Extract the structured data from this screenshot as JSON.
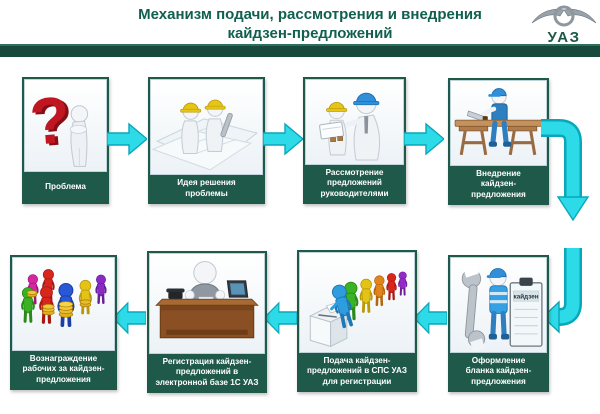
{
  "header": {
    "title_line1": "Механизм подачи, рассмотрения и внедрения",
    "title_line2": "кайдзен-предложений",
    "logo_text": "УАЗ"
  },
  "flow": {
    "clipboard_text": "кайдзен",
    "top_row": [
      {
        "id": "problem",
        "image": "red-question-mark-with-thinking-white-figure",
        "label": "Проблема",
        "label_lines": [
          "Проблема"
        ]
      },
      {
        "id": "idea",
        "image": "two-workers-in-yellow-helmets-on-blueprints",
        "label": "Идея решения проблемы",
        "label_lines": [
          "Идея решения",
          "проблемы"
        ]
      },
      {
        "id": "review",
        "image": "worker-showing-laptop-to-manager-in-blue-helmet",
        "label": "Рассмотрение предложений руководителями",
        "label_lines": [
          "Рассмотрение",
          "предложений",
          "руководителями"
        ]
      },
      {
        "id": "implement",
        "image": "worker-in-blue-overalls-sawing-plank-on-sawhorses",
        "label": "Внедрение кайдзен-предложения",
        "label_lines": [
          "Внедрение",
          "кайдзен-",
          "предложения"
        ]
      }
    ],
    "bottom_row": [
      {
        "id": "reward",
        "image": "colorful-figures-holding-gold-coin-stacks",
        "label": "Вознаграждение рабочих за кайдзен-предложения",
        "label_lines": [
          "Вознаграждение",
          "рабочих за кайдзен-",
          "предложения"
        ]
      },
      {
        "id": "register",
        "image": "clerk-at-wooden-desk-with-phone-and-laptop",
        "label": "Регистрация кайдзен-предложений в электронной базе 1С УАЗ",
        "label_lines": [
          "Регистрация кайдзен-",
          "предложений в",
          "электронной базе 1С УАЗ"
        ]
      },
      {
        "id": "submit",
        "image": "queue-of-colorful-figures-at-ballot-box",
        "label": "Подача кайдзен-предложений в СПС УАЗ для регистрации",
        "label_lines": [
          "Подача кайдзен-",
          "предложений в СПС УАЗ",
          "для регистрации"
        ]
      },
      {
        "id": "form",
        "image": "worker-with-big-wrench-and-kaizen-clipboard",
        "label": "Оформление бланка кайдзен-предложения",
        "label_lines": [
          "Оформление",
          "бланка кайдзен-",
          "предложения"
        ]
      }
    ]
  },
  "colors": {
    "title_green": "#11604f",
    "divider_green": "#17493d",
    "label_green": "#1e5949",
    "arrow_fill": "#2ddbe8",
    "arrow_outline": "#0aa6ba",
    "logo_gray": "#99a1a9"
  }
}
